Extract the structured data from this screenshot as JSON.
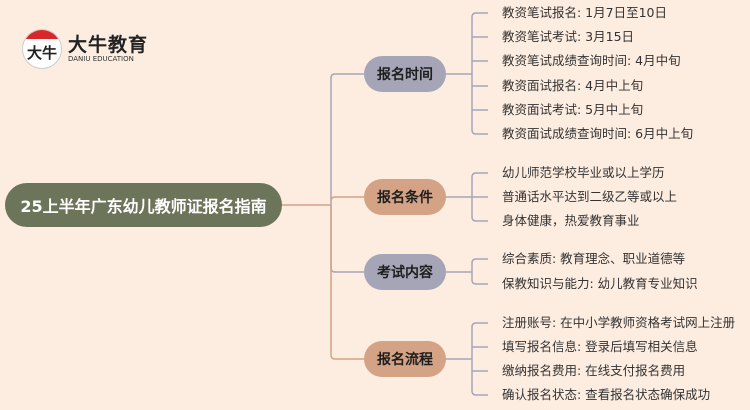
{
  "logo": {
    "mark": "大牛",
    "name_cn": "大牛教育",
    "name_en": "DANIU EDUCATION"
  },
  "root": "25上半年广东幼儿教师证报名指南",
  "branches": [
    {
      "label": "报名时间",
      "color": "#a6a5b7",
      "items": [
        "教资笔试报名: 1月7日至10日",
        "教资笔试考试: 3月15日",
        "教资笔试成绩查询时间: 4月中旬",
        "教资面试报名: 4月中上旬",
        "教资面试考试: 5月中上旬",
        "教资面试成绩查询时间: 6月中上旬"
      ]
    },
    {
      "label": "报名条件",
      "color": "#d4a285",
      "items": [
        "幼儿师范学校毕业或以上学历",
        "普通话水平达到二级乙等或以上",
        "身体健康，热爱教育事业"
      ]
    },
    {
      "label": "考试内容",
      "color": "#a6a5b7",
      "items": [
        "综合素质: 教育理念、职业道德等",
        "保教知识与能力: 幼儿教育专业知识"
      ]
    },
    {
      "label": "报名流程",
      "color": "#d4a285",
      "items": [
        "注册账号: 在中小学教师资格考试网上注册",
        "填写报名信息: 登录后填写相关信息",
        "缴纳报名费用: 在线支付报名费用",
        "确认报名状态: 查看报名状态确保成功"
      ]
    }
  ]
}
